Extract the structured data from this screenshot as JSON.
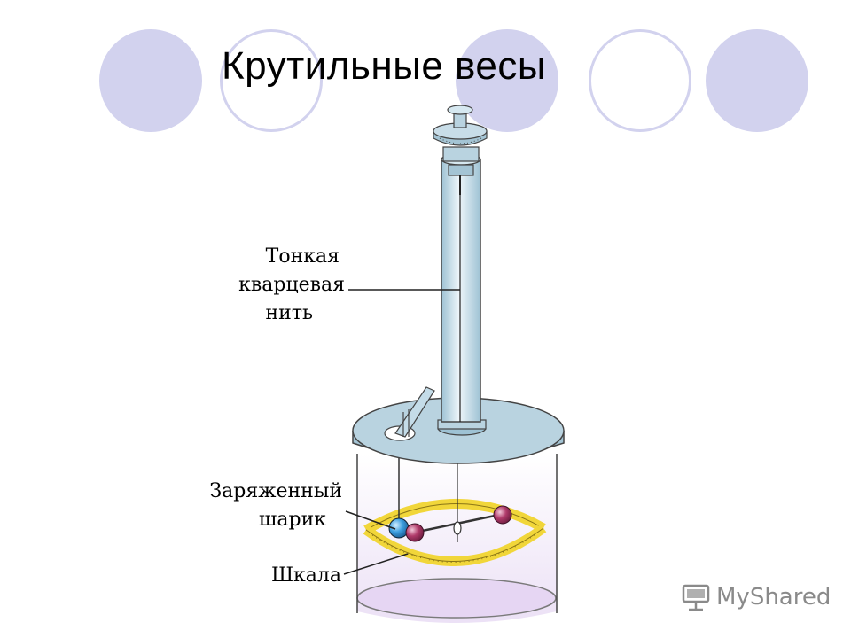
{
  "slide": {
    "title": "Крутильные весы"
  },
  "diagram": {
    "labels": {
      "thread_line1": "Тонкая",
      "thread_line2": "кварцевая",
      "thread_line3": "нить",
      "ball_line1": "Заряженный",
      "ball_line2": "шарик",
      "scale": "Шкала"
    },
    "colors": {
      "deco": "#d2d2ee",
      "plate": "#b9d3e0",
      "scale_ring": "#f1d63a",
      "charged_ball": "#3d9fe0",
      "other_balls": "#b03a6a",
      "floor": "#dcc8ee"
    }
  },
  "watermark": {
    "brand": "MyShared",
    "icon": "projector-screen-icon"
  }
}
